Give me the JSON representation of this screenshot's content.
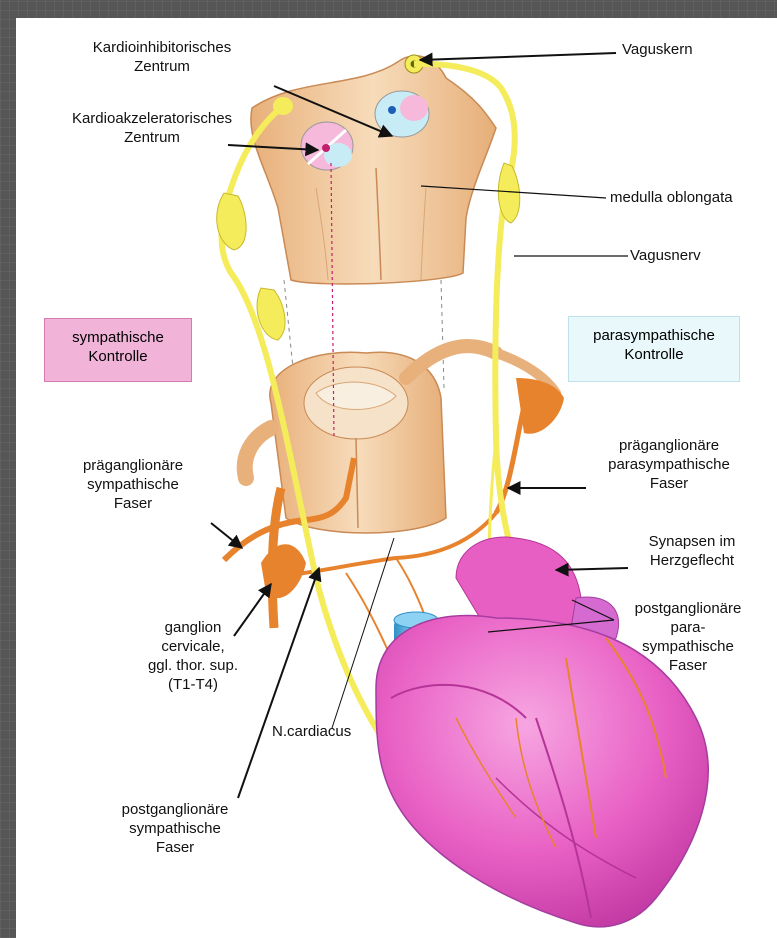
{
  "colors": {
    "nerve_yellow": "#f4ec5a",
    "spinal_tan": "#f0c99a",
    "sympathetic_orange": "#e8832d",
    "heart_pink": "#e85fc4",
    "vessel_blue": "#4aa7d8",
    "sympathetic_box": "#f2b3d9",
    "parasympathetic_box": "#e9f8fb"
  },
  "labels": {
    "kardioinhibitorisch": [
      "Kardioinhibitorisches",
      "Zentrum"
    ],
    "kardioakzelerator": [
      "Kardioakzeleratorisches",
      "Zentrum"
    ],
    "vaguskern": "Vaguskern",
    "medulla": "medulla oblongata",
    "vagusnerv": "Vagusnerv",
    "sympathische_kontrolle": [
      "sympathische",
      "Kontrolle"
    ],
    "parasympathische_kontrolle": [
      "parasympathische",
      "Kontrolle"
    ],
    "praeganglionaer_sym": [
      "präganglionäre",
      "sympathische",
      "Faser"
    ],
    "praeganglionaer_para": [
      "präganglionäre",
      "parasympathische",
      "Faser"
    ],
    "synapsen": [
      "Synapsen im",
      "Herzgeflecht"
    ],
    "postganglionaer_para": [
      "postganglionäre",
      "para-",
      "sympathische",
      "Faser"
    ],
    "ganglion": [
      "ganglion",
      "cervicale,",
      "ggl. thor. sup.",
      "(T1-T4)"
    ],
    "n_cardiacus": "N.cardiacus",
    "postganglionaer_sym": [
      "postganglionäre",
      "sympathische",
      "Faser"
    ]
  }
}
